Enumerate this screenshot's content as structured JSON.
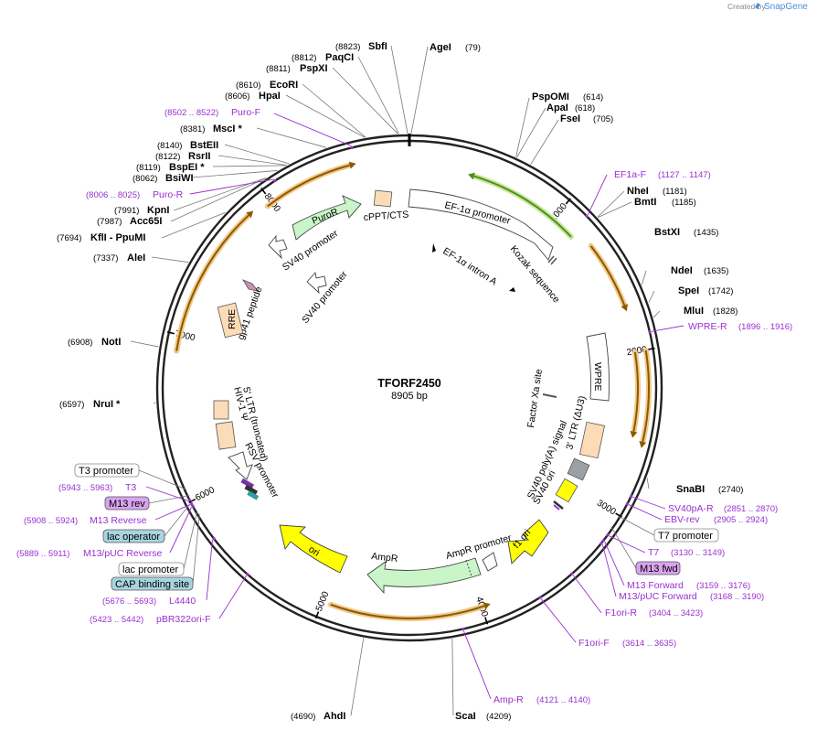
{
  "credit": {
    "created_by": "Created by",
    "brand": "SnapGene"
  },
  "plasmid": {
    "name": "TFORF2450",
    "size": "8905 bp"
  },
  "ticks": [
    "1000",
    "2000",
    "3000",
    "4000",
    "5000",
    "6000",
    "7000",
    "8000"
  ],
  "enzymes": [
    {
      "name": "SbfI",
      "pos": "(8823)"
    },
    {
      "name": "AgeI",
      "pos": "(79)"
    },
    {
      "name": "PaqCI",
      "pos": "(8812)"
    },
    {
      "name": "PspXI",
      "pos": "(8811)"
    },
    {
      "name": "EcoRI",
      "pos": "(8610)"
    },
    {
      "name": "HpaI",
      "pos": "(8606)"
    },
    {
      "name": "PspOMI",
      "pos": "(614)"
    },
    {
      "name": "ApaI",
      "pos": "(618)"
    },
    {
      "name": "FseI",
      "pos": "(705)"
    },
    {
      "name": "MscI *",
      "pos": "(8381)"
    },
    {
      "name": "BstEII",
      "pos": "(8140)"
    },
    {
      "name": "RsrII",
      "pos": "(8122)"
    },
    {
      "name": "BspEI *",
      "pos": "(8119)"
    },
    {
      "name": "BsiWI",
      "pos": "(8062)"
    },
    {
      "name": "NheI",
      "pos": "(1181)"
    },
    {
      "name": "BmtI",
      "pos": "(1185)"
    },
    {
      "name": "KpnI",
      "pos": "(7991)"
    },
    {
      "name": "Acc65I",
      "pos": "(7987)"
    },
    {
      "name": "KflI - PpuMI",
      "pos": "(7694)"
    },
    {
      "name": "BstXI",
      "pos": "(1435)"
    },
    {
      "name": "AleI",
      "pos": "(7337)"
    },
    {
      "name": "NdeI",
      "pos": "(1635)"
    },
    {
      "name": "SpeI",
      "pos": "(1742)"
    },
    {
      "name": "MluI",
      "pos": "(1828)"
    },
    {
      "name": "NotI",
      "pos": "(6908)"
    },
    {
      "name": "NruI *",
      "pos": "(6597)"
    },
    {
      "name": "SnaBI",
      "pos": "(2740)"
    },
    {
      "name": "AhdI",
      "pos": "(4690)"
    },
    {
      "name": "ScaI",
      "pos": "(4209)"
    }
  ],
  "primers": [
    {
      "name": "Puro-F",
      "pos": "(8502 .. 8522)"
    },
    {
      "name": "Puro-R",
      "pos": "(8006 .. 8025)"
    },
    {
      "name": "EF1a-F",
      "pos": "(1127 .. 1147)"
    },
    {
      "name": "WPRE-R",
      "pos": "(1896 .. 1916)"
    },
    {
      "name": "SV40pA-R",
      "pos": "(2851 .. 2870)"
    },
    {
      "name": "EBV-rev",
      "pos": "(2905 .. 2924)"
    },
    {
      "name": "T7",
      "pos": "(3130 .. 3149)"
    },
    {
      "name": "M13 Forward",
      "pos": "(3159 .. 3176)"
    },
    {
      "name": "M13/pUC Forward",
      "pos": "(3168 .. 3190)"
    },
    {
      "name": "F1ori-R",
      "pos": "(3404 .. 3423)"
    },
    {
      "name": "F1ori-F",
      "pos": "(3614 .. 3635)"
    },
    {
      "name": "Amp-R",
      "pos": "(4121 .. 4140)"
    },
    {
      "name": "T3",
      "pos": "(5943 .. 5963)"
    },
    {
      "name": "M13 Reverse",
      "pos": "(5908 .. 5924)"
    },
    {
      "name": "M13/pUC Reverse",
      "pos": "(5889 .. 5911)"
    },
    {
      "name": "L4440",
      "pos": "(5676 .. 5693)"
    },
    {
      "name": "pBR322ori-F",
      "pos": "(5423 .. 5442)"
    }
  ],
  "badges": {
    "t3_promoter": "T3 promoter",
    "m13_rev": "M13 rev",
    "lac_operator": "lac operator",
    "lac_promoter": "lac promoter",
    "cap_binding_site": "CAP binding site",
    "t7_promoter": "T7 promoter",
    "m13_fwd": "M13 fwd"
  },
  "features": {
    "cppt_cts": "cPPT/CTS",
    "ef1a_promoter": "EF-1α promoter",
    "ef1a_intron_a": "EF-1α intron A",
    "kozak_sequence": "Kozak sequence",
    "puror": "PuroR",
    "sv40_promoter_1": "SV40 promoter",
    "sv40_promoter_2": "SV40 promoter",
    "rre": "RRE",
    "gp41_peptide": "gp41 peptide",
    "wpre": "WPRE",
    "factor_xa_site": "Factor Xa site",
    "ltr_3": "3' LTR (ΔU3)",
    "sv40_polya": "SV40 poly(A) signal",
    "sv40_ori": "SV40 ori",
    "f1_ori": "f1 ori",
    "ampr_promoter": "AmpR promoter",
    "ampr": "AmpR",
    "ori": "ori",
    "ltr_5": "5' LTR (truncated)",
    "hiv_psi": "HIV-1 Ψ",
    "rsv_promoter": "RSV promoter"
  },
  "colors": {
    "backbone": "#222222",
    "primer": "#9a2fd0",
    "orf_orange": "#8a5a00",
    "orf_glow": "#f2c887",
    "ef1a_green": "#4f8f1a",
    "ef1a_glow": "#c6e89b",
    "ltr_fill": "#fcdcb6",
    "ampr_fill": "#c9f5c9",
    "ori_fill": "#ffff00",
    "m13_badge": "#d9a3f0",
    "lac_badge": "#a8d4e0",
    "sv40ori_fill": "#9aa0a6"
  }
}
